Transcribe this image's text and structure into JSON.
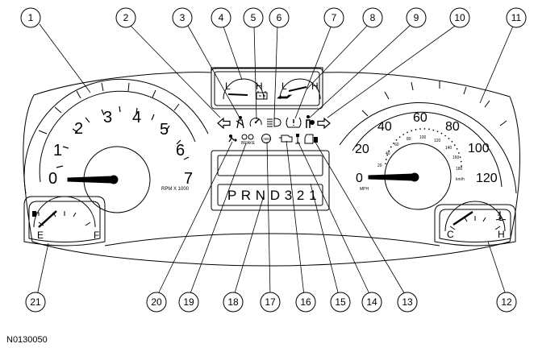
{
  "figure_id": "N0130050",
  "callouts": [
    "1",
    "2",
    "3",
    "4",
    "5",
    "6",
    "7",
    "8",
    "9",
    "10",
    "11",
    "12",
    "13",
    "14",
    "15",
    "16",
    "17",
    "18",
    "19",
    "20",
    "21"
  ],
  "tachometer": {
    "numbers": [
      "0",
      "1",
      "2",
      "3",
      "4",
      "5",
      "6",
      "7"
    ],
    "unit": "RPM X 1000"
  },
  "speedometer": {
    "mph_numbers": [
      "0",
      "20",
      "40",
      "60",
      "80",
      "100",
      "120"
    ],
    "kmh_numbers": [
      "20",
      "40",
      "60",
      "80",
      "100",
      "120",
      "140",
      "160",
      "180"
    ],
    "mph_unit": "MPH",
    "kmh_unit": "km/h"
  },
  "voltmeter": {
    "low": "L",
    "high": "H"
  },
  "oil_gauge": {
    "low": "L",
    "high": "H"
  },
  "fuel_gauge": {
    "empty": "E",
    "full": "F"
  },
  "temp_gauge": {
    "cold": "C",
    "hot": "H"
  },
  "gear_indicator": "P R N D 3 2 1",
  "brake_label": "BRAKE",
  "abs_label": "ABS"
}
